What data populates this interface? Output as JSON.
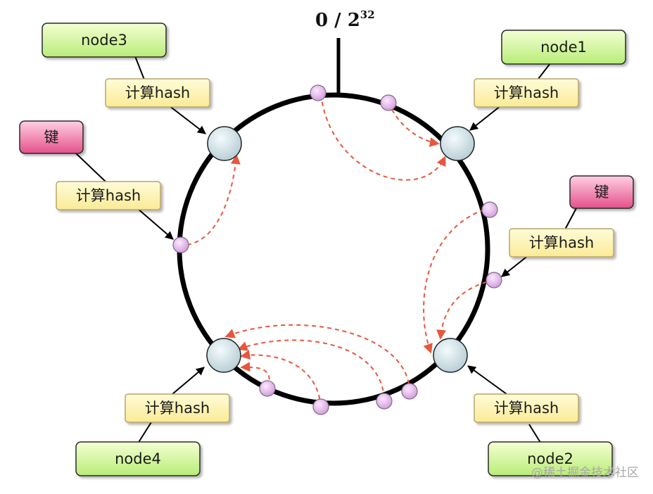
{
  "title": {
    "base": "0 / 2",
    "exponent": "32"
  },
  "node_labels": {
    "node1": "node1",
    "node2": "node2",
    "node3": "node3",
    "node4": "node4"
  },
  "hash_label": "计算hash",
  "key_label": "键",
  "watermark": "@稀土掘金技术社区",
  "colors": {
    "ring": "#000000",
    "node_fill": "#d7e6ea",
    "key_point_fill": "#e6b4ec",
    "arrow": "#e8563c",
    "node_box_top": "#f4ffd2",
    "node_box_bottom": "#b8ec78",
    "hash_box": "#fff5b4",
    "key_box_top": "#ffc6dc",
    "key_box_bottom": "#e85488"
  }
}
